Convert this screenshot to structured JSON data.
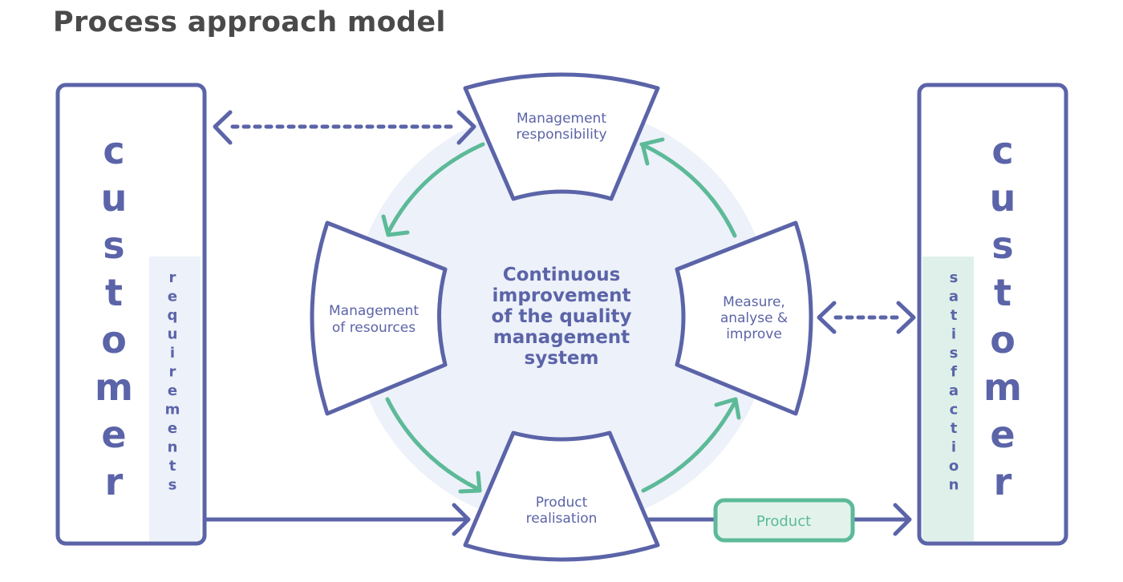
{
  "title": "Process approach model",
  "left_box": {
    "letters": [
      "c",
      "u",
      "s",
      "t",
      "o",
      "m",
      "e",
      "r"
    ],
    "side_letters": [
      "r",
      "e",
      "q",
      "u",
      "i",
      "r",
      "e",
      "m",
      "e",
      "n",
      "t",
      "s"
    ]
  },
  "right_box": {
    "letters": [
      "c",
      "u",
      "s",
      "t",
      "o",
      "m",
      "e",
      "r"
    ],
    "side_letters": [
      "s",
      "a",
      "t",
      "i",
      "s",
      "f",
      "a",
      "c",
      "t",
      "i",
      "o",
      "n"
    ]
  },
  "center": {
    "lines": [
      "Continuous",
      "improvement",
      "of the quality",
      "management",
      "system"
    ]
  },
  "segments": {
    "top": [
      "Management",
      "responsibility"
    ],
    "left": [
      "Management",
      "of resources"
    ],
    "right": [
      "Measure,",
      "analyse &",
      "improve"
    ],
    "bottom": [
      "Product",
      "realisation"
    ]
  },
  "product_label": "Product",
  "colors": {
    "primary": "#5b64a8",
    "green": "#5cba98",
    "circle_bg": "#edf1f9",
    "req_band": "#edf1f9",
    "sat_band": "#dff0ea",
    "product_fill": "#e3f3ec",
    "title": "#4a4a4a"
  }
}
